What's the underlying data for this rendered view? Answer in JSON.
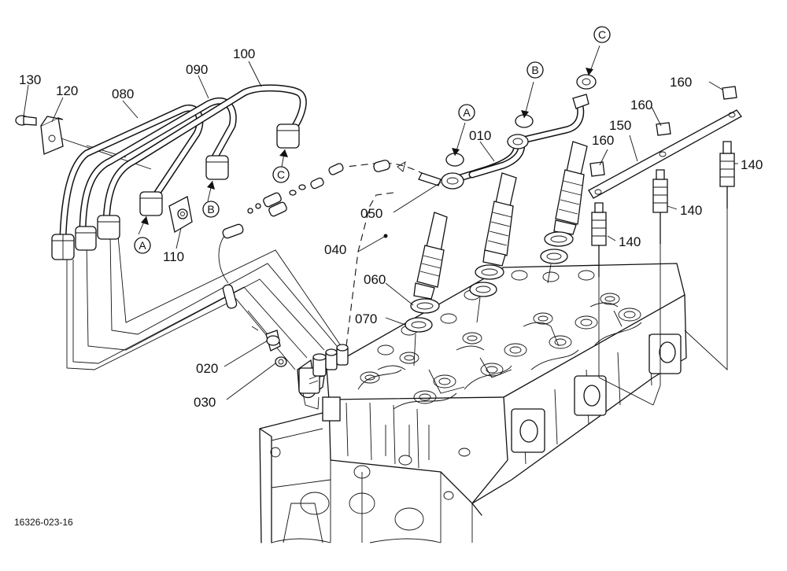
{
  "diagram": {
    "parts": {
      "p010": "010",
      "p020": "020",
      "p030": "030",
      "p040": "040",
      "p050": "050",
      "p060": "060",
      "p070": "070",
      "p080": "080",
      "p090": "090",
      "p100": "100",
      "p110": "110",
      "p120": "120",
      "p130": "130",
      "p140a": "140",
      "p140b": "140",
      "p140c": "140",
      "p150": "150",
      "p160a": "160",
      "p160b": "160",
      "p160c": "160"
    },
    "markers": {
      "a_left": "A",
      "b_left": "B",
      "c_left": "C",
      "a_right": "A",
      "b_right": "B",
      "c_right": "C"
    },
    "drawing_code": "16326-023-16"
  }
}
